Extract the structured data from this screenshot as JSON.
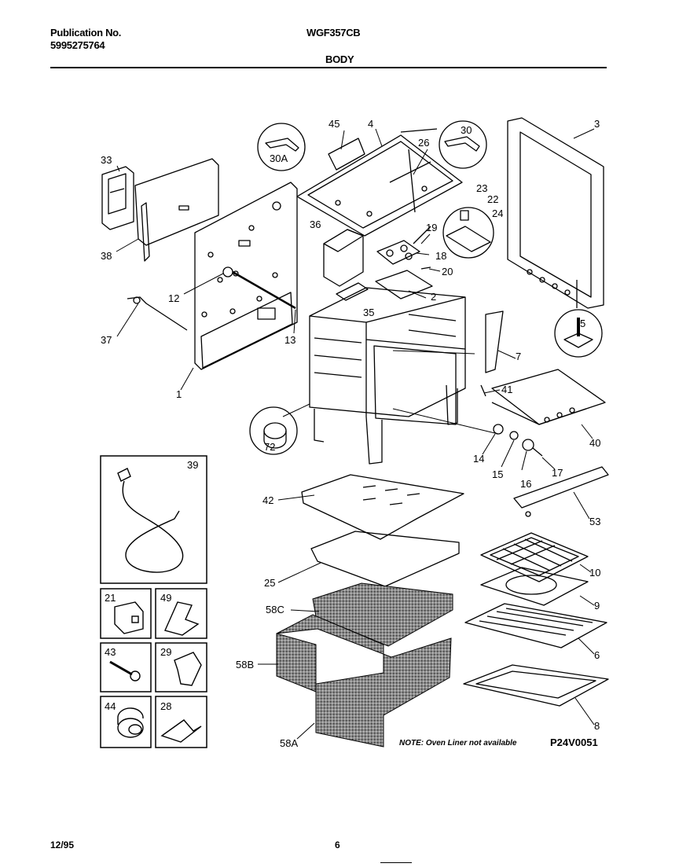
{
  "header": {
    "publication_label": "Publication No.",
    "publication_number": "5995275764",
    "model": "WGF357CB",
    "section": "BODY"
  },
  "callouts": {
    "c1": "1",
    "c2": "2",
    "c3": "3",
    "c4": "4",
    "c5": "5",
    "c6": "6",
    "c7": "7",
    "c8": "8",
    "c9": "9",
    "c10": "10",
    "c12": "12",
    "c13": "13",
    "c14": "14",
    "c15": "15",
    "c16": "16",
    "c17": "17",
    "c18": "18",
    "c19": "19",
    "c20": "20",
    "c21": "21",
    "c22": "22",
    "c23": "23",
    "c24": "24",
    "c25": "25",
    "c26": "26",
    "c28": "28",
    "c29": "29",
    "c30": "30",
    "c30a": "30A",
    "c33": "33",
    "c35": "35",
    "c36": "36",
    "c37": "37",
    "c38": "38",
    "c39": "39",
    "c40": "40",
    "c41": "41",
    "c42": "42",
    "c43": "43",
    "c44": "44",
    "c45": "45",
    "c49": "49",
    "c53": "53",
    "c58a": "58A",
    "c58b": "58B",
    "c58c": "58C",
    "c72": "72"
  },
  "note": "NOTE: Oven Liner not available",
  "drawing_code": "P24V0051",
  "footer": {
    "date": "12/95",
    "page": "6"
  }
}
